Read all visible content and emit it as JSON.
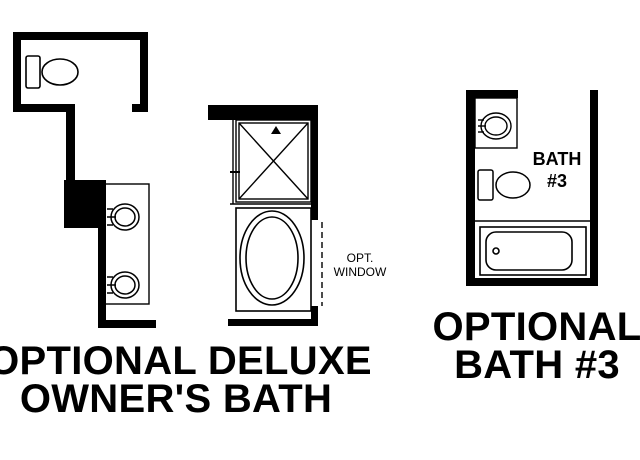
{
  "owners_bath": {
    "title_line1": "OPTIONAL DELUXE",
    "title_line2": "OWNER'S BATH",
    "window_line1": "OPT.",
    "window_line2": "WINDOW"
  },
  "bath3": {
    "room_label_line1": "BATH",
    "room_label_line2": "#3",
    "title_line1": "OPTIONAL",
    "title_line2": "BATH #3"
  },
  "colors": {
    "ink": "#000000",
    "paper": "#ffffff"
  }
}
